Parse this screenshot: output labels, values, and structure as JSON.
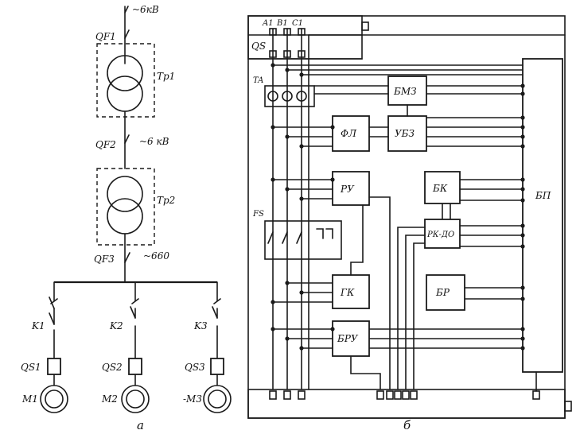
{
  "left": {
    "caption": "а",
    "supply": "~6кВ",
    "qf1": "QF1",
    "tr1": "Тр1",
    "qf2": "QF2",
    "mid_voltage": "~6 кВ",
    "tr2": "Тр2",
    "qf3": "QF3",
    "low_voltage": "~660",
    "branches": [
      {
        "k": "K1",
        "qs": "QS1",
        "m": "M1"
      },
      {
        "k": "K2",
        "qs": "QS2",
        "m": "M2"
      },
      {
        "k": "K3",
        "qs": "QS3",
        "m": "-M3"
      }
    ]
  },
  "right": {
    "caption": "б",
    "phases": [
      "A1",
      "B1",
      "C1"
    ],
    "qs": "QS",
    "ta": "TA",
    "fs": "FS",
    "blocks": {
      "bmz": "БМЗ",
      "fl": "ФЛ",
      "ubz": "УБЗ",
      "ru": "РУ",
      "bk": "БК",
      "rkdo": "РК-ДО",
      "gk": "ГК",
      "br": "БР",
      "bru": "БРУ",
      "bp": "БП"
    }
  }
}
